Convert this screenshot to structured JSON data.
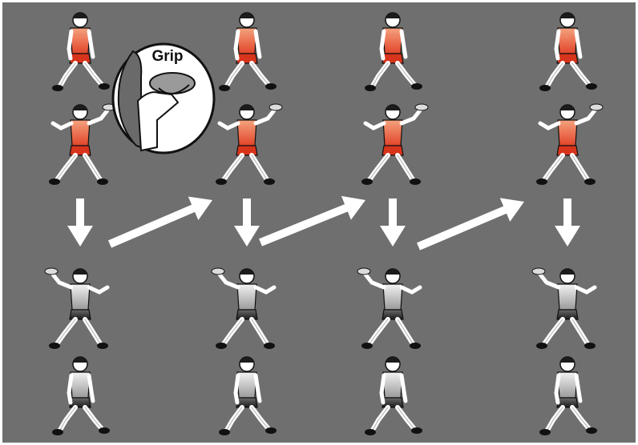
{
  "colors": {
    "background": "#6f6f6f",
    "arrow": "#ffffff",
    "red_team_shirt": "#e8603c",
    "red_team_shorts": "#d8341c",
    "gray_team_shirt": "#e4e4e4",
    "gray_team_shorts": "#2a2a2a",
    "skin": "#ffffff",
    "hair": "#1c1c1c"
  },
  "callout": {
    "label": "Grip",
    "icon": "hand-gripping-disc-icon"
  },
  "columns": [
    {
      "top_player": "walking",
      "thrower": "throwing-backhand",
      "receiver": "catching",
      "bottom_player": "walking",
      "connector_to_next": true
    },
    {
      "top_player": "walking",
      "thrower": "throwing-backhand",
      "receiver": "catching",
      "bottom_player": "walking",
      "connector_to_next": true
    },
    {
      "top_player": "walking",
      "thrower": "throwing-backhand",
      "receiver": "catching",
      "bottom_player": "walking",
      "connector_to_next": true
    },
    {
      "top_player": "walking",
      "thrower": "throwing-backhand",
      "receiver": "catching",
      "bottom_player": "walking",
      "connector_to_next": false
    }
  ]
}
